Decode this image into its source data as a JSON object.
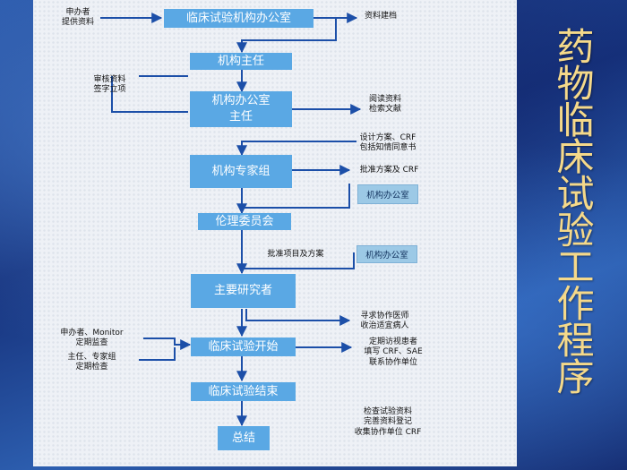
{
  "title": "药物临床试验工作程序",
  "boxes": {
    "office": "临床试验机构办公室",
    "director": "机构主任",
    "office_director_1": "机构办公室",
    "office_director_2": "主任",
    "expert_group": "机构专家组",
    "ethics": "伦理委员会",
    "pi": "主要研究者",
    "start": "临床试验开始",
    "end": "临床试验结束",
    "summary": "总结"
  },
  "notes": {
    "applicant_1": "申办者",
    "applicant_2": "提供资料",
    "archive": "资料建档",
    "review_1": "审核资料",
    "review_2": "签字立项",
    "read_1": "阅读资料",
    "read_2": "检索文献",
    "design_1": "设计方案、CRF",
    "design_2": "包括知情同意书",
    "approve_plan": "批准方案及 CRF",
    "approve_project": "批准项目及方案",
    "seek_1": "寻求协作医师",
    "seek_2": "收治适宜病人",
    "monitor_1": "申办者、Monitor",
    "monitor_2": "定期监查",
    "check_1": "主任、专家组",
    "check_2": "定期检查",
    "visit_1": "定期访视患者",
    "visit_2": "填写 CRF、SAE",
    "visit_3": "联系协作单位",
    "final_1": "检查试验资料",
    "final_2": "完善资料登记",
    "final_3": "收集协作单位 CRF"
  },
  "tags": {
    "office_tag_1": "机构办公室",
    "office_tag_2": "机构办公室"
  },
  "colors": {
    "box_fill": "#5aa8e4",
    "title": "#f5d98a",
    "background": "#1d3e86",
    "panel": "#eef1f6"
  }
}
